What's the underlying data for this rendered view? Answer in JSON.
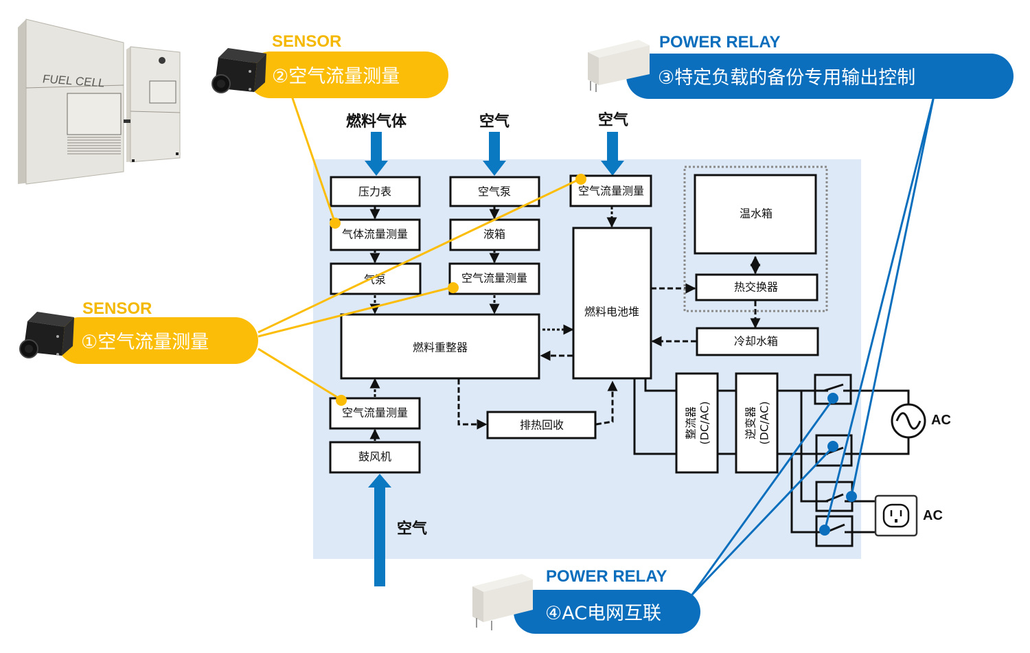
{
  "colors": {
    "sensor_accent": "#fbbd08",
    "relay_accent": "#0b6fbd",
    "panel_bg": "#dde9f6",
    "arrow_blue": "#0b78c2"
  },
  "product_image": {
    "label": "FUEL CELL"
  },
  "callouts": {
    "sensor2": {
      "category": "SENSOR",
      "text": "②空气流量测量"
    },
    "sensor1": {
      "category": "SENSOR",
      "text": "①空气流量测量"
    },
    "relay3": {
      "category": "POWER RELAY",
      "text": "③特定负载的备份专用输出控制"
    },
    "relay4": {
      "category": "POWER RELAY",
      "text": "④AC电网互联"
    }
  },
  "inputs": {
    "fuel_gas": "燃料气体",
    "air_1": "空气",
    "air_2": "空气",
    "air_bottom": "空气"
  },
  "blocks": {
    "pressure_gauge": "压力表",
    "gas_flow": "气体流量测量",
    "gas_pump": "气泵",
    "air_pump": "空气泵",
    "liquid_tank": "液箱",
    "air_flow_mid": "空气流量测量",
    "air_flow_top": "空气流量测量",
    "fuel_reformer": "燃料重整器",
    "fuel_cell_stack": "燃料电池堆",
    "hot_water_tank": "温水箱",
    "heat_exchanger": "热交换器",
    "cooling_tank": "冷却水箱",
    "air_flow_bottom": "空气流量测量",
    "blower": "鼓风机",
    "exhaust_heat": "排热回收",
    "rectifier_name": "整流器",
    "rectifier_sub": "(DC/AC)",
    "inverter_name": "逆变器",
    "inverter_sub": "(DC/AC)"
  },
  "outputs": {
    "ac_source": "AC",
    "ac_outlet": "AC"
  }
}
